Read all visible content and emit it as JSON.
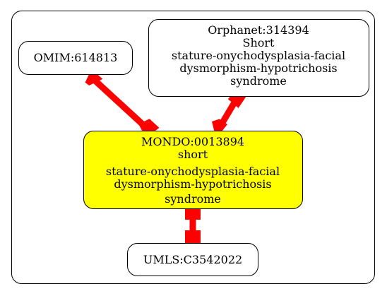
{
  "colors": {
    "edge": "#ff0000",
    "central_fill": "#ffff00",
    "node_fill": "#ffffff",
    "stroke": "#000000"
  },
  "nodes": {
    "omim": {
      "label": "OMIM:614813"
    },
    "orphanet": {
      "lines": [
        "Orphanet:314394",
        "Short",
        "stature-onychodysplasia-facial",
        "dysmorphism-hypotrichosis",
        "syndrome"
      ]
    },
    "mondo": {
      "lines": [
        "MONDO:0013894",
        "short",
        "stature-onychodysplasia-facial",
        "dysmorphism-hypotrichosis",
        "syndrome"
      ]
    },
    "umls": {
      "label": "UMLS:C3542022"
    }
  }
}
